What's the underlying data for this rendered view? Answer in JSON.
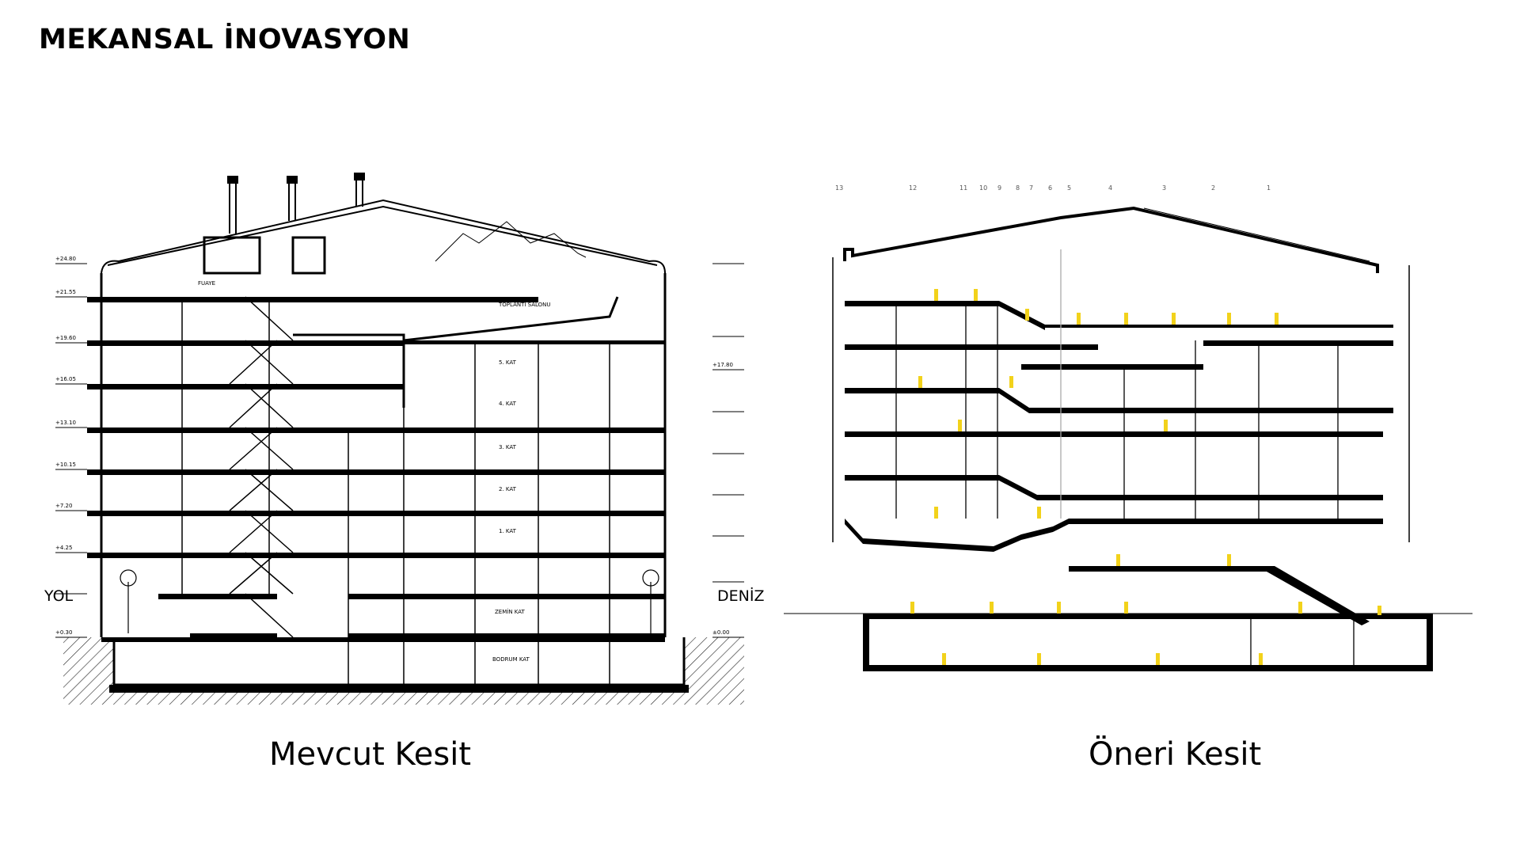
{
  "slide": {
    "title": "MEKANSAL İNOVASYON"
  },
  "existing_section": {
    "caption": "Mevcut Kesit",
    "side_left": "YOL",
    "side_right": "DENİZ",
    "rooms": {
      "fuaye": "FUAYE",
      "toplanti": "TOPLANTI SALONU",
      "kat5": "5. KAT",
      "kat4": "4. KAT",
      "kat3": "3. KAT",
      "kat2": "2. KAT",
      "kat1": "1. KAT",
      "zemin": "ZEMİN KAT",
      "bodrum": "BODRUM KAT"
    },
    "levels": [
      "+24.80",
      "+21.55",
      "+19.60",
      "+17.80",
      "+16.05",
      "+13.10",
      "+10.15",
      "+7.20",
      "+4.25",
      "+0.30",
      "±0.00"
    ]
  },
  "proposed_section": {
    "caption": "Öneri Kesit",
    "grid_axes": [
      "13",
      "12",
      "11",
      "10",
      "9",
      "8",
      "7",
      "6",
      "5",
      "4",
      "3",
      "2",
      "1"
    ]
  },
  "colors": {
    "figure": "#f2d21b",
    "line": "#000000"
  }
}
